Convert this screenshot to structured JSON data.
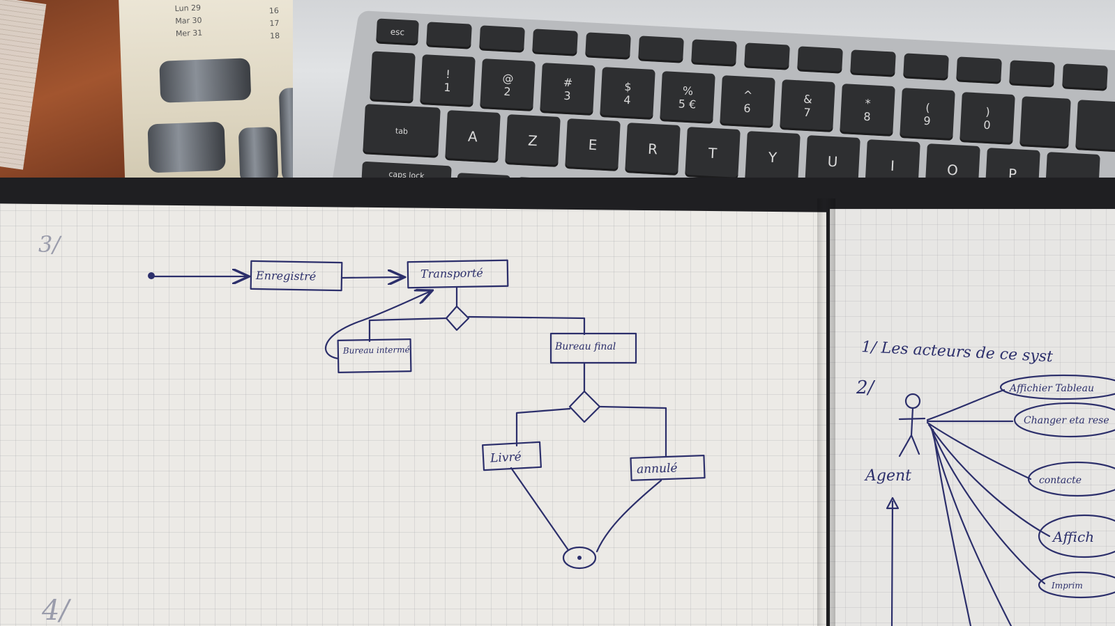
{
  "photo": {
    "calendar_rows": [
      "Lun 29",
      "Mar 30",
      "Mer 31"
    ],
    "calendar_numbers": [
      "16",
      "17",
      "18"
    ],
    "keyboard_rows": {
      "function": [
        "esc"
      ],
      "numbers": [
        {
          "top": "!",
          "bottom": "1"
        },
        {
          "top": "@",
          "bottom": "2"
        },
        {
          "top": "#",
          "bottom": "3"
        },
        {
          "top": "$",
          "bottom": "4"
        },
        {
          "top": "%",
          "bottom": "5 €"
        },
        {
          "top": "^",
          "bottom": "6"
        },
        {
          "top": "&",
          "bottom": "7"
        },
        {
          "top": "*",
          "bottom": "8"
        },
        {
          "top": "(",
          "bottom": "9"
        },
        {
          "top": ")",
          "bottom": "0"
        }
      ],
      "letters": [
        "A",
        "Z",
        "E",
        "R",
        "T",
        "Y",
        "U",
        "I",
        "O",
        "P"
      ],
      "tab_label": "tab",
      "caps_label": "caps lock"
    }
  },
  "notebook": {
    "left_page": {
      "section_3_label": "3/",
      "section_4_label": "4/",
      "activity_diagram": {
        "states": [
          "Enregistré",
          "Transporté",
          "Bureau intermé",
          "Bureau final",
          "Livré",
          "annulé"
        ]
      }
    },
    "right_page": {
      "question_1": "1/ Les acteurs de ce syst",
      "question_2_label": "2/",
      "actor_name": "Agent",
      "use_cases": [
        "Affichier Tableau",
        "Changer eta rese",
        "contacte",
        "Affich",
        "Imprim"
      ]
    }
  }
}
